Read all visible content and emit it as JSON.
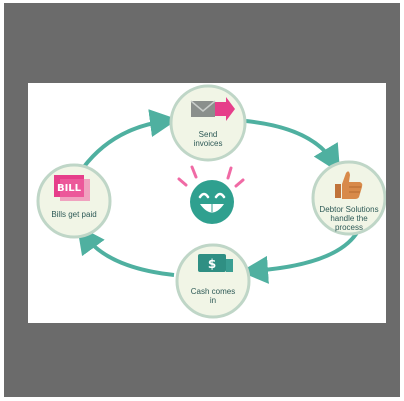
{
  "nodes": [
    {
      "id": "send",
      "label": "Send\ninvoices",
      "icon": "envelope-arrow-icon"
    },
    {
      "id": "debtor",
      "label": "Debtor Solutions\nhandle the\nprocess",
      "icon": "thumbs-up-icon"
    },
    {
      "id": "cash",
      "label": "Cash comes\nin",
      "icon": "dollar-bill-icon"
    },
    {
      "id": "bills",
      "label": "Bills get paid",
      "icon": "bill-icon",
      "icon_text": "BILL"
    }
  ],
  "center": {
    "icon": "happy-face-icon"
  },
  "colors": {
    "frame": "#6b6b6b",
    "teal": "#4fb0a0",
    "node_fill": "#f1f5e6",
    "node_stroke": "#bfd6c7",
    "pink": "#e63e8a",
    "face": "#2fa08f"
  }
}
